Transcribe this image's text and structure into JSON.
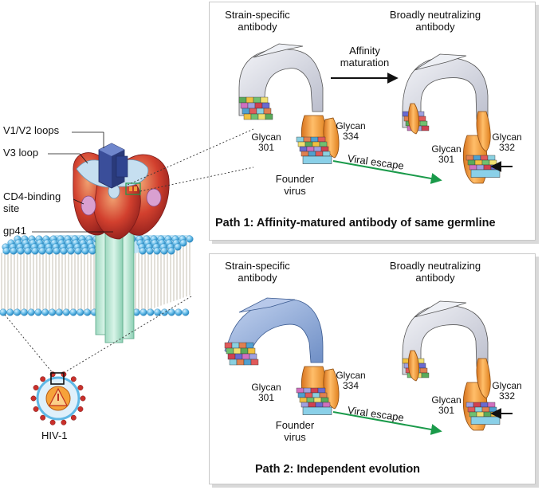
{
  "left": {
    "v1v2": "V1/V2 loops",
    "v3": "V3 loop",
    "cd4_line1": "CD4-binding",
    "cd4_line2": "site",
    "gp41": "gp41",
    "hiv": "HIV-1"
  },
  "path1": {
    "strain_l1": "Strain-specific",
    "strain_l2": "antibody",
    "broad_l1": "Broadly neutralizing",
    "broad_l2": "antibody",
    "affinity_l1": "Affinity",
    "affinity_l2": "maturation",
    "glycan301_l1": "Glycan",
    "glycan301_l2": "301",
    "glycan334_l1": "Glycan",
    "glycan334_l2": "334",
    "glycanB301_l1": "Glycan",
    "glycanB301_l2": "301",
    "glycan332_l1": "Glycan",
    "glycan332_l2": "332",
    "founder_l1": "Founder",
    "founder_l2": "virus",
    "escape": "Viral escape",
    "title": "Path 1: Affinity-matured antibody of same germline"
  },
  "path2": {
    "strain_l1": "Strain-specific",
    "strain_l2": "antibody",
    "broad_l1": "Broadly neutralizing",
    "broad_l2": "antibody",
    "glycan301_l1": "Glycan",
    "glycan301_l2": "301",
    "glycan334_l1": "Glycan",
    "glycan334_l2": "334",
    "glycanB301_l1": "Glycan",
    "glycanB301_l2": "301",
    "glycan332_l1": "Glycan",
    "glycan332_l2": "332",
    "founder_l1": "Founder",
    "founder_l2": "virus",
    "escape": "Viral escape",
    "title": "Path 2: Independent evolution"
  },
  "colors": {
    "antibody_grey": "#d9dbe4",
    "antibody_blue": "#8ea9d6",
    "glycan_orange": "#f29a3a",
    "trimer_red": "#c9302b",
    "trimer_blue": "#c6dff0",
    "gp41_green": "#bfe8d6",
    "membrane_blue": "#5fb8e6",
    "escape_green": "#1a9a4a"
  }
}
